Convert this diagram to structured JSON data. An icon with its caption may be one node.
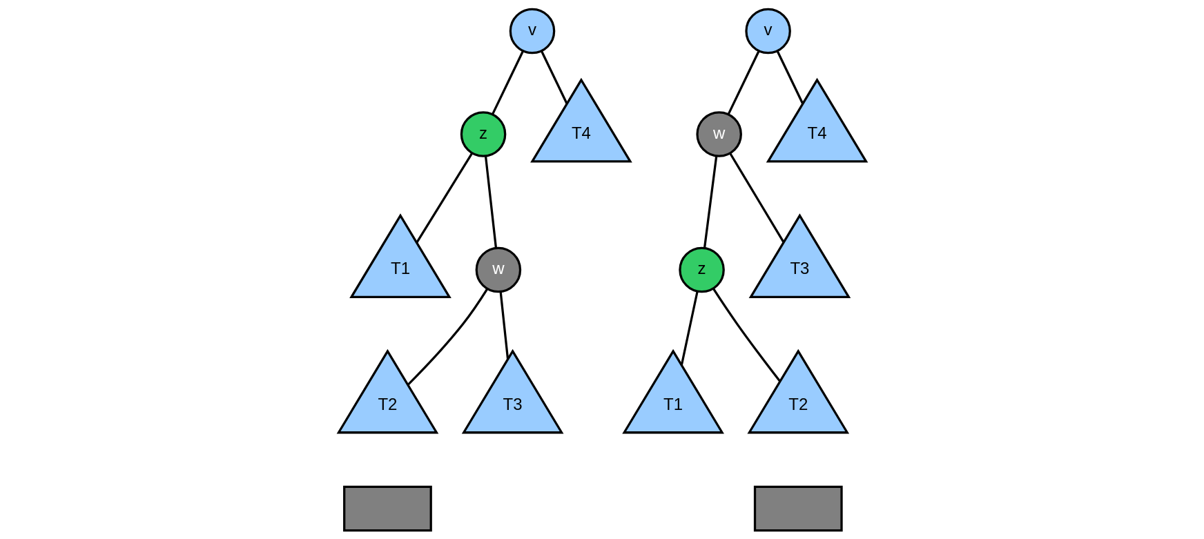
{
  "diagram": {
    "nodes": [
      {
        "text": [
          "v"
        ]
      },
      {
        "text": [
          "z"
        ]
      },
      {
        "text": [
          "w"
        ]
      },
      {
        "text": [
          "T1"
        ]
      },
      {
        "text": [
          "T2"
        ]
      },
      {
        "text": [
          "T3"
        ]
      },
      {
        "text": [
          "T4"
        ]
      },
      {
        "text": [],
        "shape": "box"
      },
      {
        "text": [
          "v"
        ]
      },
      {
        "text": [
          "w"
        ]
      },
      {
        "text": [
          "z"
        ]
      },
      {
        "text": [
          "T1"
        ]
      },
      {
        "text": [
          "T2"
        ]
      },
      {
        "text": [
          "T3"
        ]
      },
      {
        "text": [
          "T4"
        ]
      },
      {
        "text": [],
        "shape": "box"
      }
    ],
    "edges": [
      {
        "from": 0,
        "to": 1,
        "arrow": "none"
      },
      {
        "from": 0,
        "to": 6,
        "arrow": "none"
      },
      {
        "from": 1,
        "to": 3,
        "arrow": "none"
      },
      {
        "from": 1,
        "to": 2,
        "arrow": "none"
      },
      {
        "from": 2,
        "to": 4,
        "arrow": "none"
      },
      {
        "from": 2,
        "to": 5,
        "arrow": "none"
      },
      {
        "from": 8,
        "to": 9,
        "arrow": "none"
      },
      {
        "from": 8,
        "to": 14,
        "arrow": "none"
      },
      {
        "from": 9,
        "to": 10,
        "arrow": "none"
      },
      {
        "from": 9,
        "to": 13,
        "arrow": "none"
      },
      {
        "from": 10,
        "to": 11,
        "arrow": "none"
      },
      {
        "from": 10,
        "to": 12,
        "arrow": "none"
      }
    ]
  }
}
